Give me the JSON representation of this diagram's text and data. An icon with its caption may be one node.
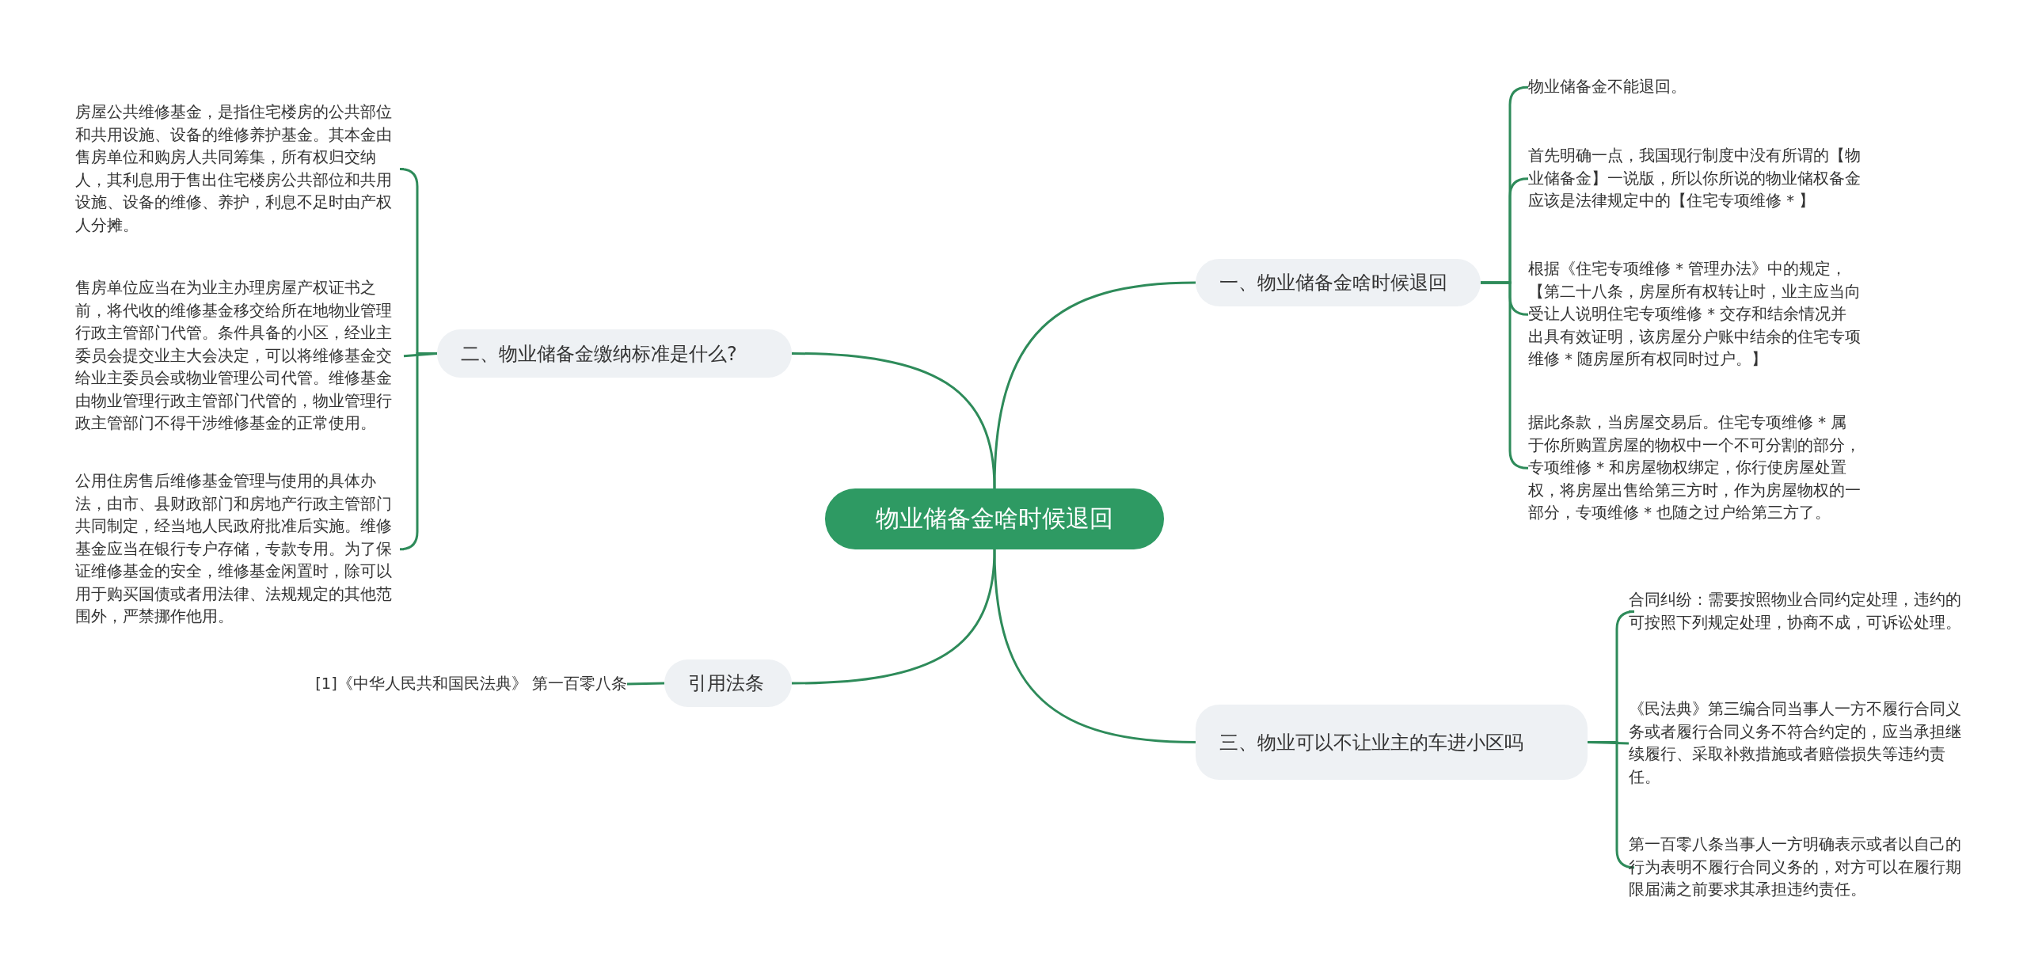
{
  "diagram": {
    "nodes": [
      {
        "text": [
          "物业储备金啥时候退回"
        ]
      },
      {
        "text": [
          "一、物业储备金啥时候退回"
        ]
      },
      {
        "text": [
          "物业储备金不能退回。"
        ]
      },
      {
        "text": [
          "首先明确一点，我国现行制度中没有所谓的【物业储备金】一说版，所以你所说的物业储权备金应该是法律规定中的【住宅专项维修 * 】"
        ]
      },
      {
        "text": [
          "根据《住宅专项维修 * 管理办法》中的规定，【第二十八条，房屋所有权转让时，业主应当向受让人说明住宅专项维修 * 交存和结余情况并出具有效证明，该房屋分户账中结余的住宅专项维修 * 随房屋所有权同时过户。】"
        ]
      },
      {
        "text": [
          "据此条款，当房屋交易后。住宅专项维修 * 属于你所购置房屋的物权中一个不可分割的部分，专项维修 * 和房屋物权绑定，你行使房屋处置权，将房屋出售给第三方时，作为房屋物权的一部分，专项维修 * 也随之过户给第三方了。"
        ]
      },
      {
        "text": [
          "二、物业储备金缴纳标准是什么?"
        ]
      },
      {
        "text": [
          "房屋公共维修基金，是指住宅楼房的公共部位和共用设施、设备的维修养护基金。其本金由售房单位和购房人共同筹集，所有权归交纳人，其利息用于售出住宅楼房公共部位和共用设施、设备的维修、养护，利息不足时由产权人分摊。"
        ]
      },
      {
        "text": [
          "售房单位应当在为业主办理房屋产权证书之前，将代收的维修基金移交给所在地物业管理行政主管部门代管。条件具备的小区，经业主委员会提交业主大会决定，可以将维修基金交给业主委员会或物业管理公司代管。维修基金由物业管理行政主管部门代管的，物业管理行政主管部门不得干涉维修基金的正常使用。"
        ]
      },
      {
        "text": [
          "公用住房售后维修基金管理与使用的具体办法，由市、县财政部门和房地产行政主管部门共同制定，经当地人民政府批准后实施。维修基金应当在银行专户存储，专款专用。为了保证维修基金的安全，维修基金闲置时，除可以用于购买国债或者用法律、法规规定的其他范围外，严禁挪作他用。"
        ]
      },
      {
        "text": [
          "引用法条"
        ]
      },
      {
        "text": [
          "[1]《中华人民共和国民法典》 第一百零八条"
        ]
      },
      {
        "text": [
          "三、物业可以不让业主的车进小区吗"
        ]
      },
      {
        "text": [
          "合同纠纷：需要按照物业合同约定处理，违约的可按照下列规定处理，协商不成，可诉讼处理。"
        ]
      },
      {
        "text": [
          "《民法典》第三编合同当事人一方不履行合同义务或者履行合同义务不符合约定的，应当承担继续履行、采取补救措施或者赔偿损失等违约责任。"
        ]
      },
      {
        "text": [
          "第一百零八条当事人一方明确表示或者以自己的行为表明不履行合同义务的，对方可以在履行期限届满之前要求其承担违约责任。"
        ]
      }
    ],
    "edges": [
      {
        "from": 0,
        "to": 1,
        "arrow": "none"
      },
      {
        "from": 1,
        "to": 2,
        "arrow": "none"
      },
      {
        "from": 1,
        "to": 3,
        "arrow": "none"
      },
      {
        "from": 1,
        "to": 4,
        "arrow": "none"
      },
      {
        "from": 1,
        "to": 5,
        "arrow": "none"
      },
      {
        "from": 0,
        "to": 6,
        "arrow": "none"
      },
      {
        "from": 6,
        "to": 7,
        "arrow": "none"
      },
      {
        "from": 6,
        "to": 8,
        "arrow": "none"
      },
      {
        "from": 6,
        "to": 9,
        "arrow": "none"
      },
      {
        "from": 0,
        "to": 10,
        "arrow": "none"
      },
      {
        "from": 10,
        "to": 11,
        "arrow": "none"
      },
      {
        "from": 0,
        "to": 12,
        "arrow": "none"
      },
      {
        "from": 12,
        "to": 13,
        "arrow": "none"
      },
      {
        "from": 12,
        "to": 14,
        "arrow": "none"
      },
      {
        "from": 12,
        "to": 15,
        "arrow": "none"
      }
    ]
  }
}
